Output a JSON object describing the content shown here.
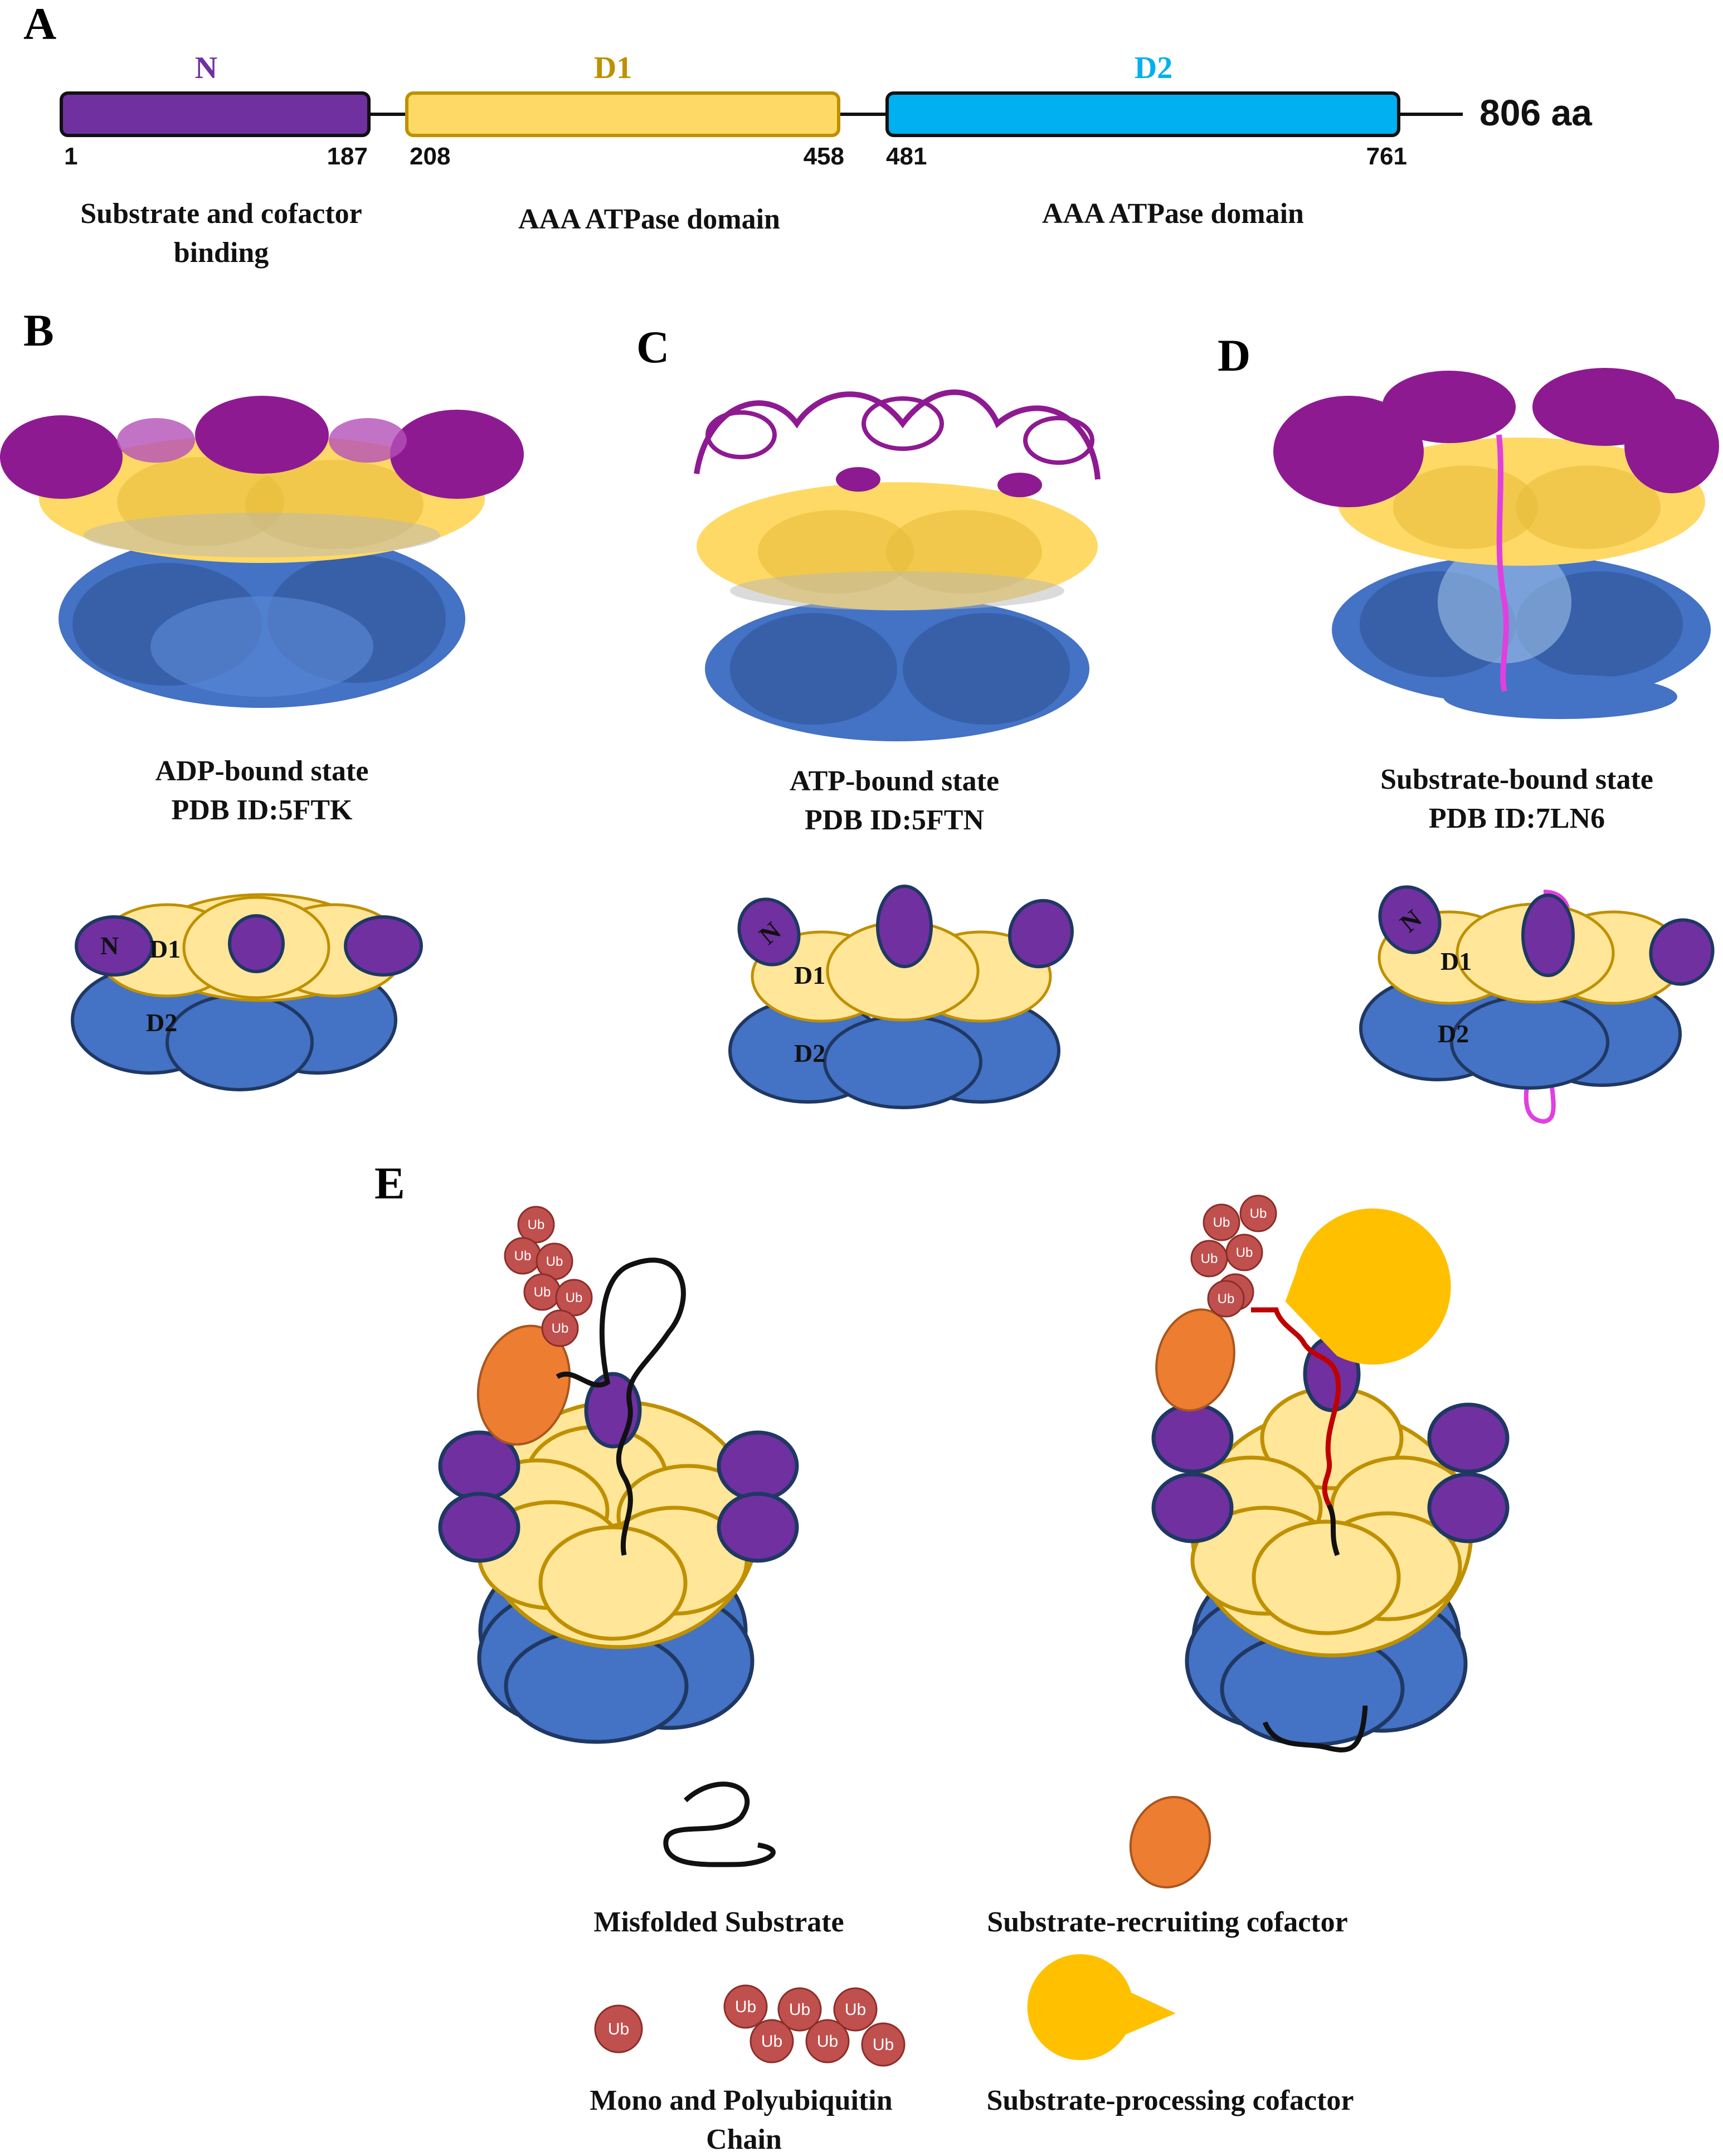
{
  "panelA": {
    "letter": "A",
    "domains": [
      {
        "name": "N",
        "start": "1",
        "end": "187",
        "description_line1": "Substrate and cofactor",
        "description_line2": "binding"
      },
      {
        "name": "D1",
        "start": "208",
        "end": "458",
        "description_line1": "AAA ATPase domain",
        "description_line2": ""
      },
      {
        "name": "D2",
        "start": "481",
        "end": "761",
        "description_line1": "AAA  ATPase domain",
        "description_line2": ""
      }
    ],
    "length_label": "806 aa"
  },
  "panelB": {
    "letter": "B",
    "state": "ADP-bound state",
    "pdb": "PDB ID:5FTK",
    "n_label": "N",
    "d1_label": "D1",
    "d2_label": "D2"
  },
  "panelC": {
    "letter": "C",
    "state": "ATP-bound state",
    "pdb": "PDB ID:5FTN",
    "n_label": "N",
    "d1_label": "D1",
    "d2_label": "D2"
  },
  "panelD": {
    "letter": "D",
    "state": "Substrate-bound state",
    "pdb": "PDB ID:7LN6",
    "n_label": "N",
    "d1_label": "D1",
    "d2_label": "D2"
  },
  "panelE": {
    "letter": "E",
    "ub_label": "Ub",
    "legend": {
      "misfolded": "Misfolded Substrate",
      "recruiting": "Substrate-recruiting cofactor",
      "ubiquitin_line1": "Mono and Polyubiquitin",
      "ubiquitin_line2": "Chain",
      "processing": "Substrate-processing cofactor"
    }
  },
  "colors": {
    "n_domain": "#7030a0",
    "d1_domain": "#ffd966",
    "d1_light": "#ffe699",
    "d2_domain": "#00b0f0",
    "d2_cartoon": "#4472c4",
    "outline_dark": "#1f3864",
    "outline_gold": "#bf9000",
    "ubiquitin": "#c0504d",
    "recruiting_cofactor": "#ed7d31",
    "processing_cofactor": "#ffc000",
    "substrate_pink": "#e040e0"
  }
}
